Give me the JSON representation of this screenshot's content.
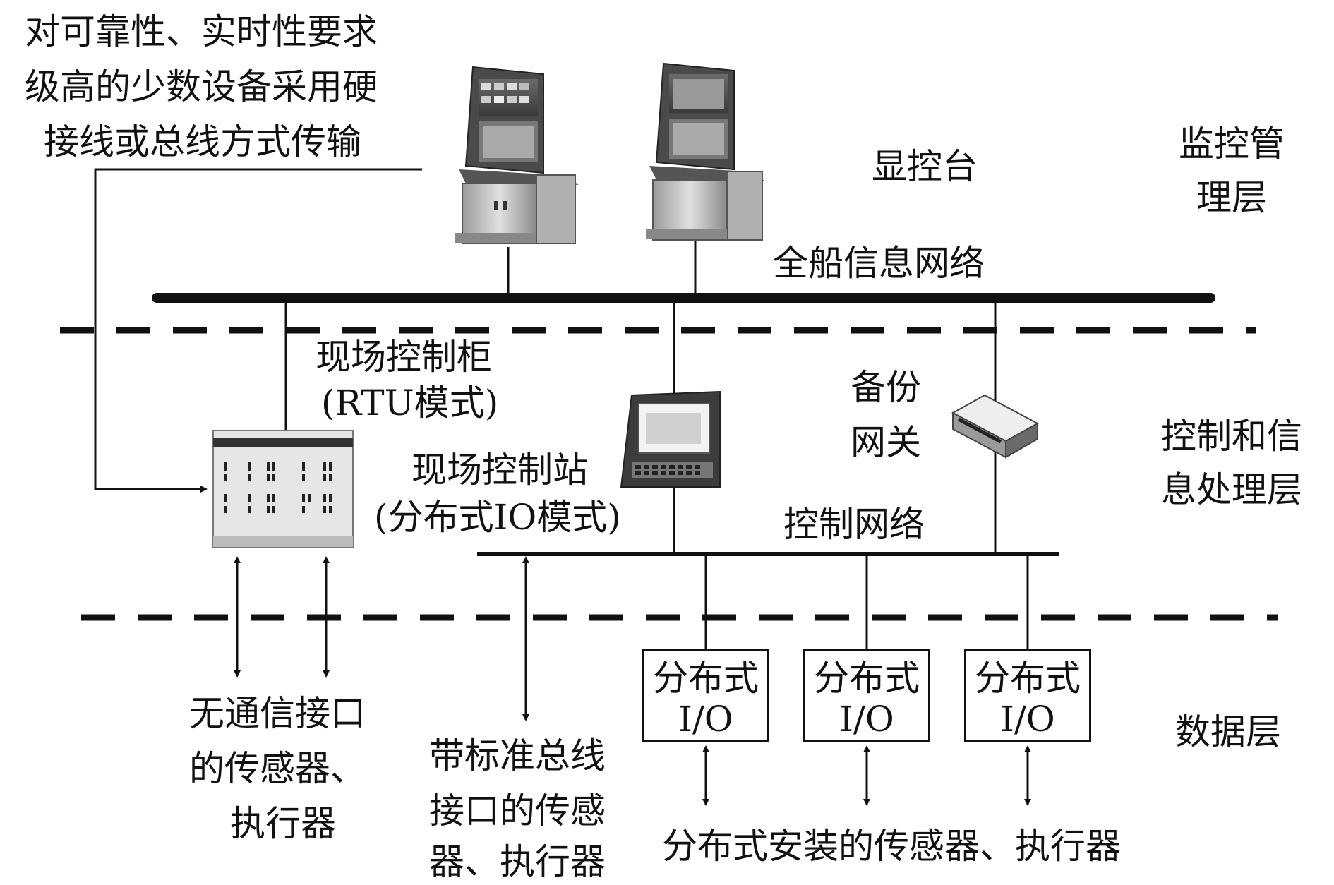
{
  "note": [
    "对可靠性、实时性要求",
    "级高的少数设备采用硬",
    "接线或总线方式传输"
  ],
  "layers": {
    "top": [
      "监控管",
      "理层"
    ],
    "middle": [
      "控制和信",
      "息处理层"
    ],
    "bottom": "数据层"
  },
  "labels": {
    "console": "显控台",
    "ship_network": "全船信息网络",
    "rtu_line1": "现场控制柜",
    "rtu_line2": "(RTU模式)",
    "station_line1": "现场控制站",
    "station_line2": "(分布式IO模式)",
    "gateway": [
      "备份",
      "网关"
    ],
    "control_network": "控制网络",
    "no_comm_devices": [
      "无通信接口",
      "的传感器、",
      "执行器"
    ],
    "bus_devices": [
      "带标准总线",
      "接口的传感",
      "器、执行器"
    ],
    "distributed_devices": "分布式安装的传感器、执行器"
  },
  "io_modules": [
    {
      "line1": "分布式",
      "line2": "I/O"
    },
    {
      "line1": "分布式",
      "line2": "I/O"
    },
    {
      "line1": "分布式",
      "line2": "I/O"
    }
  ]
}
